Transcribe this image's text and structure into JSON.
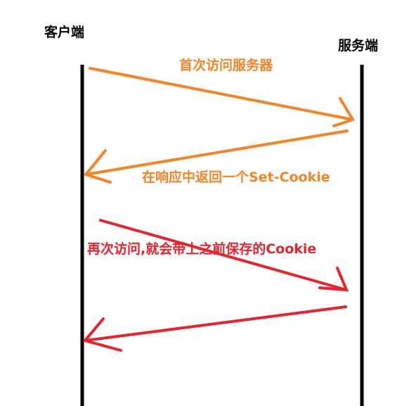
{
  "participants": {
    "client": "客户端",
    "server": "服务端"
  },
  "messages": [
    {
      "label": "首次访问服务器",
      "color": "#f58426"
    },
    {
      "label": "在响应中返回一个Set-Cookie",
      "color": "#f58426"
    },
    {
      "label": "再次访问,就会带上之前保存的Cookie",
      "color": "#e8232b"
    },
    {
      "label": "",
      "color": "#e8232b"
    }
  ],
  "colors": {
    "lifeline": "#000000",
    "first_exchange": "#f58426",
    "second_exchange": "#e8232b"
  }
}
